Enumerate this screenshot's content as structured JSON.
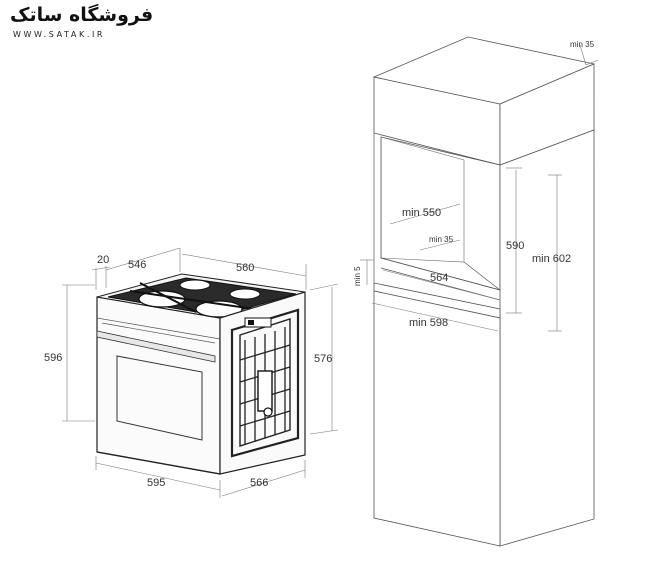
{
  "logo": {
    "name": "فروشگاه ساتک",
    "url": "WWW.SATAK.IR"
  },
  "dimensions": {
    "oven_side_depth": "20",
    "oven_top_depth": "546",
    "oven_top_width": "560",
    "oven_front_height": "596",
    "oven_body_height": "576",
    "oven_front_width": "595",
    "oven_body_depth": "566",
    "cabinet_top_gap": "min 35",
    "cabinet_inner_depth": "min 550",
    "cabinet_vent": "min 35",
    "cabinet_bottom_gap": "min 5",
    "cabinet_opening_width": "564",
    "cabinet_opening_height": "590",
    "cabinet_niche_height": "min 602",
    "cabinet_width": "min 598"
  }
}
